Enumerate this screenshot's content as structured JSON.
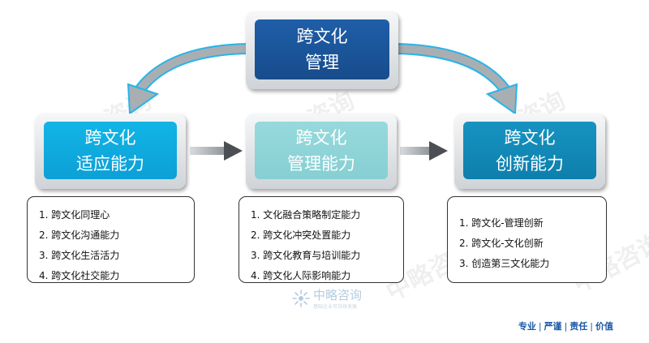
{
  "diagram": {
    "top_box": {
      "line1": "跨文化",
      "line2": "管理"
    },
    "adapt_box": {
      "line1": "跨文化",
      "line2": "适应能力"
    },
    "manage_box": {
      "line1": "跨文化",
      "line2": "管理能力"
    },
    "innov_box": {
      "line1": "跨文化",
      "line2": "创新能力"
    },
    "adapt_list": [
      "1. 跨文化同理心",
      "2. 跨文化沟通能力",
      "3. 跨文化生活活力",
      "4. 跨文化社交能力"
    ],
    "manage_list": [
      "1. 文化融合策略制定能力",
      "2. 跨文化冲突处置能力",
      "3. 跨文化教育与培训能力",
      "4. 跨文化人际影响能力"
    ],
    "innov_list": [
      "1. 跨文化-管理创新",
      "2. 跨文化-文化创新",
      "3. 创造第三文化能力"
    ]
  },
  "watermark": {
    "text": "中略咨询"
  },
  "logo": {
    "name": "中略咨询",
    "tagline": "基础企业可持续发展"
  },
  "footer": {
    "items": [
      "专业",
      "严谨",
      "责任",
      "价值"
    ],
    "separator": "|"
  },
  "colors": {
    "top_box": "#1a57a0",
    "adapt_box": "#0fb0e4",
    "manage_box": "#8fd5d9",
    "innov_box": "#1388b8",
    "curved_arrow": "#a9aeb3",
    "curved_arrow_edge": "#27b5e8",
    "footer_text": "#1a57a6"
  }
}
